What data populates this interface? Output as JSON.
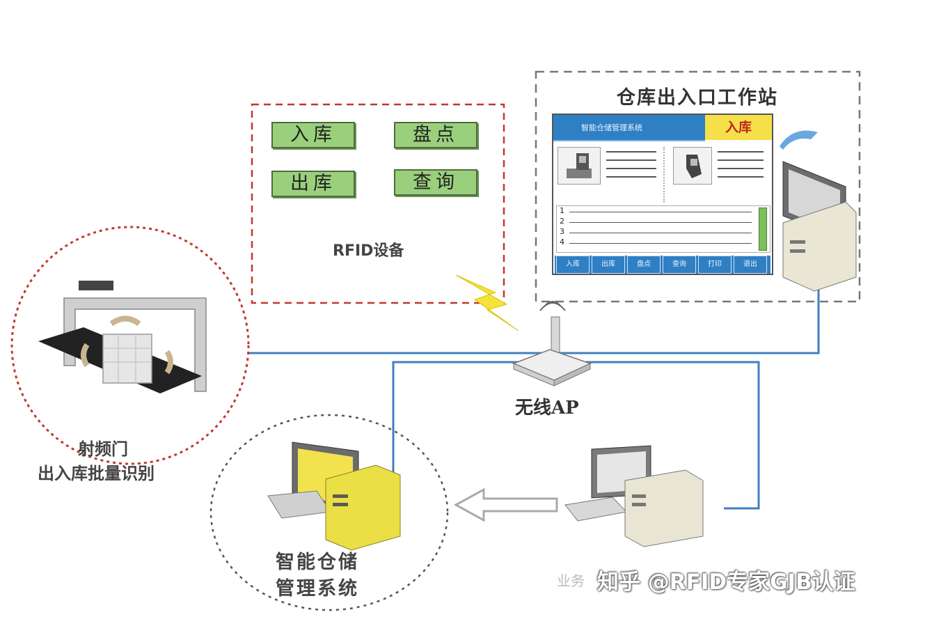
{
  "rfid_panel": {
    "buttons": [
      "入库",
      "盘点",
      "出库",
      "查询"
    ],
    "label": "RFID设备"
  },
  "workstation": {
    "title": "仓库出入口工作站",
    "screen": {
      "header": "智能仓储管理系统",
      "badge": "入库",
      "rows": [
        "1",
        "2",
        "3",
        "4"
      ],
      "tabs": [
        "入库",
        "出库",
        "盘点",
        "查询",
        "打印",
        "退出"
      ]
    }
  },
  "gate": {
    "label_line1": "射频门",
    "label_line2": "出入库批量识别"
  },
  "ap": {
    "label": "无线AP"
  },
  "wms": {
    "label_line1": "智能仓储",
    "label_line2": "管理系统"
  },
  "watermark": {
    "faint": "业务",
    "text": "知乎 @RFID专家GJB认证"
  },
  "colors": {
    "link_line": "#3f7fc1",
    "dash_red": "#c0392b",
    "dash_green": "#3a7d44",
    "dash_gray": "#777777",
    "button_green": "#9ad07c",
    "screen_blue": "#2f7fc4",
    "badge_yellow": "#f6e04a",
    "monitor_yellow": "#f2e24e"
  }
}
